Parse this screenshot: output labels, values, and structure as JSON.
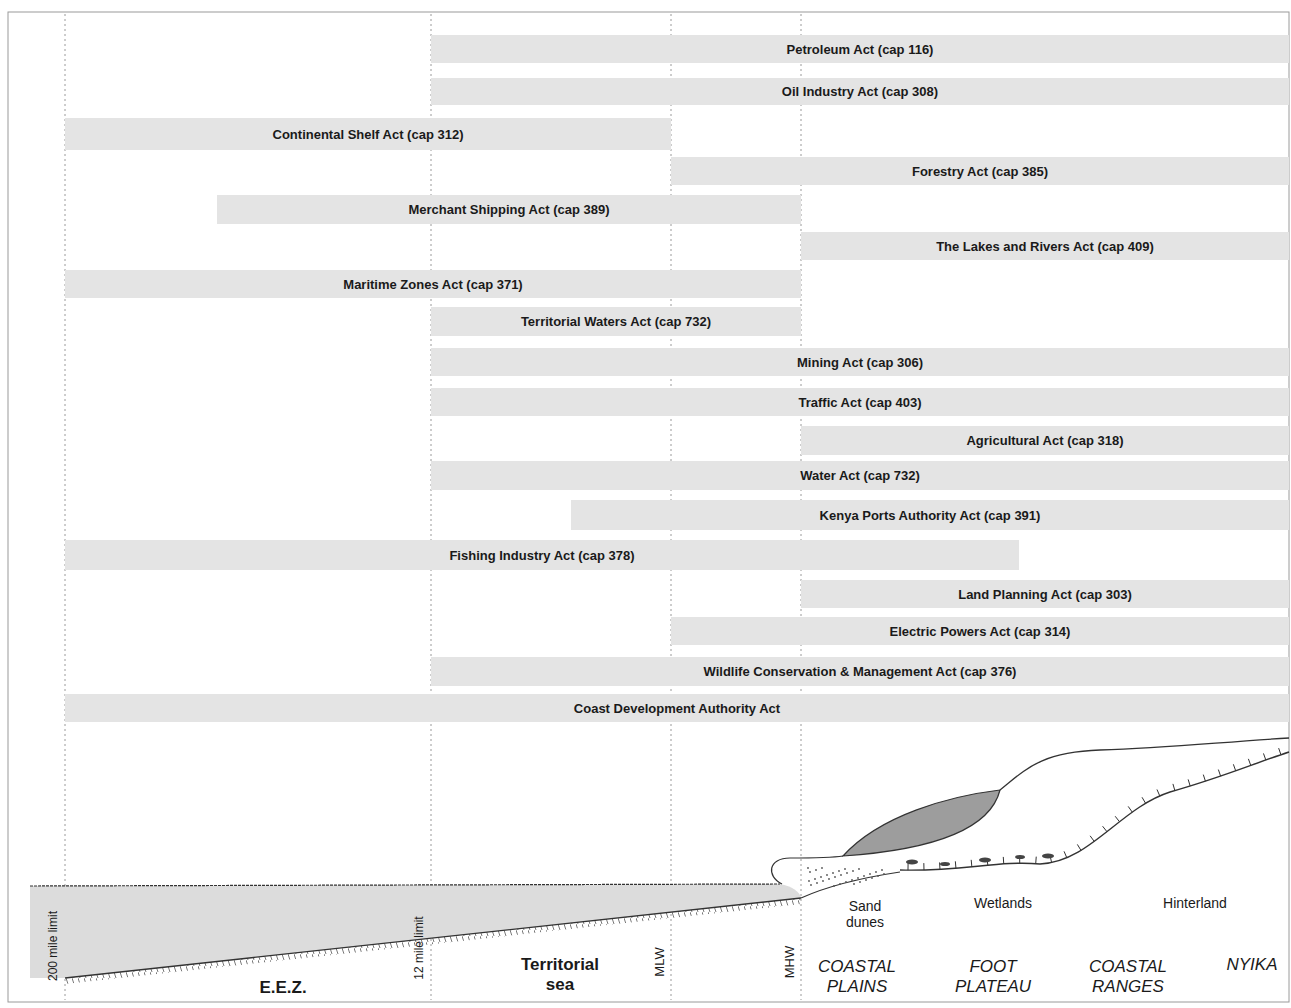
{
  "diagram": {
    "nodes": [
      {
        "text": [
          "Petroleum Act (cap 116)"
        ]
      },
      {
        "text": [
          "Oil Industry Act (cap 308)"
        ]
      },
      {
        "text": [
          "Continental Shelf Act (cap 312)"
        ]
      },
      {
        "text": [
          "Forestry Act (cap 385)"
        ]
      },
      {
        "text": [
          "Merchant Shipping Act (cap 389)"
        ]
      },
      {
        "text": [
          "The Lakes and Rivers Act (cap 409)"
        ]
      },
      {
        "text": [
          "Maritime Zones Act (cap 371)"
        ]
      },
      {
        "text": [
          "Territorial Waters Act (cap 732)"
        ]
      },
      {
        "text": [
          "Mining Act (cap 306)"
        ]
      },
      {
        "text": [
          "Traffic Act (cap 403)"
        ]
      },
      {
        "text": [
          "Agricultural Act (cap 318)"
        ]
      },
      {
        "text": [
          "Water Act (cap 732)"
        ]
      },
      {
        "text": [
          "Kenya Ports Authority Act (cap 391)"
        ]
      },
      {
        "text": [
          "Fishing Industry Act (cap 378)"
        ]
      },
      {
        "text": [
          "Land Planning Act (cap 303)"
        ]
      },
      {
        "text": [
          "Electric Powers Act (cap 314)"
        ]
      },
      {
        "text": [
          "Wildlife Conservation & Management Act (cap 376)"
        ]
      },
      {
        "text": [
          "Coast Development Authority Act"
        ]
      }
    ],
    "edges": [],
    "labels": [
      "200 mile limit",
      "12 mile limit",
      "MLW",
      "MHW",
      "E.E.Z.",
      "Territorial sea",
      "Sand dunes",
      "Wetlands",
      "Hinterland",
      "COASTAL PLAINS",
      "FOOT PLATEAU",
      "COASTAL RANGES",
      "NYIKA"
    ]
  }
}
